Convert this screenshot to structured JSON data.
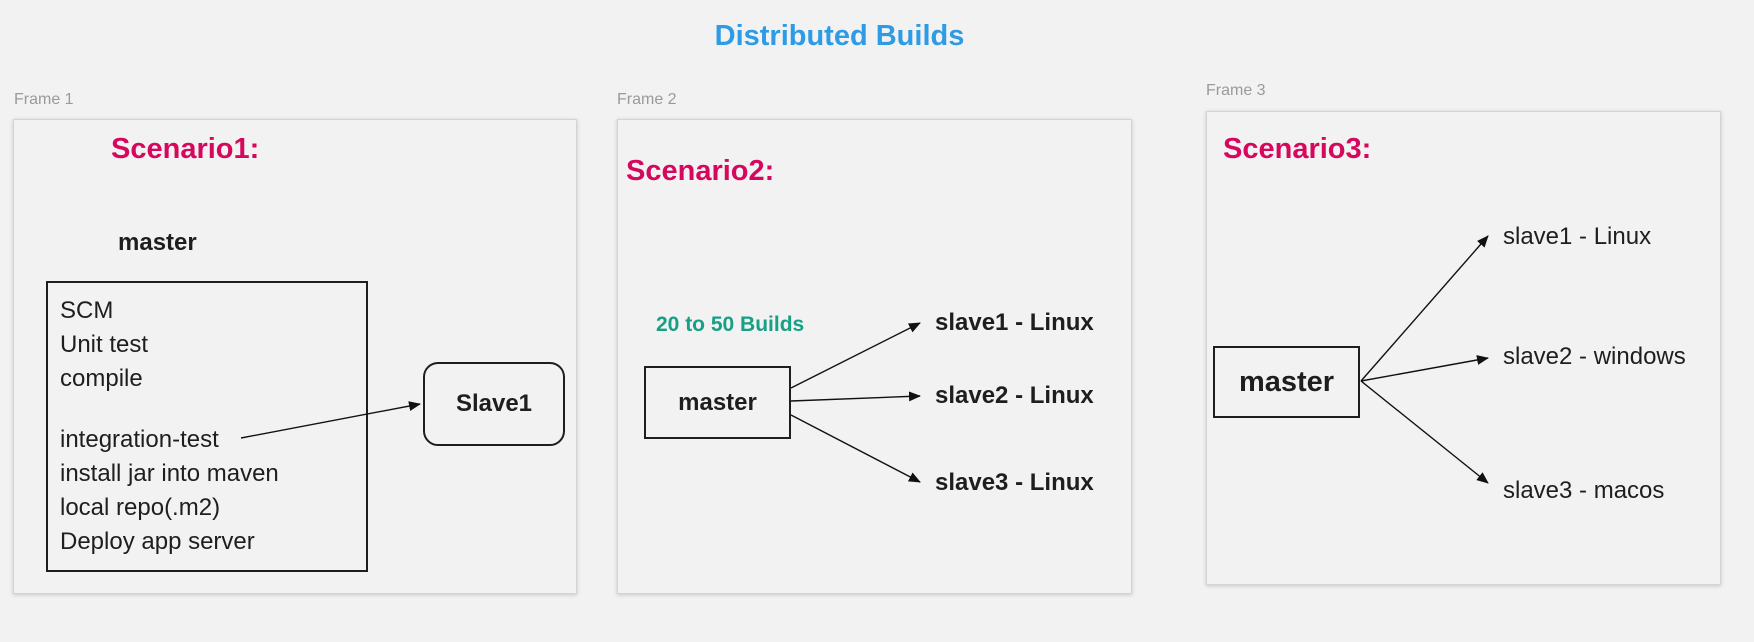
{
  "title": "Distributed Builds",
  "frames": [
    {
      "label": "Frame 1",
      "scenario": "Scenario1:",
      "master_label": "master",
      "steps_group1": [
        "SCM",
        "Unit test",
        "compile"
      ],
      "steps_group2": [
        "integration-test",
        "install jar into maven",
        "local repo(.m2)",
        "Deploy app server"
      ],
      "slave": "Slave1"
    },
    {
      "label": "Frame 2",
      "scenario": "Scenario2:",
      "builds_note": "20 to 50 Builds",
      "master": "master",
      "slaves": [
        "slave1 - Linux",
        "slave2 - Linux",
        "slave3 - Linux"
      ]
    },
    {
      "label": "Frame 3",
      "scenario": "Scenario3:",
      "master": "master",
      "slaves": [
        "slave1 - Linux",
        "slave2 - windows",
        "slave3 - macos"
      ]
    }
  ]
}
